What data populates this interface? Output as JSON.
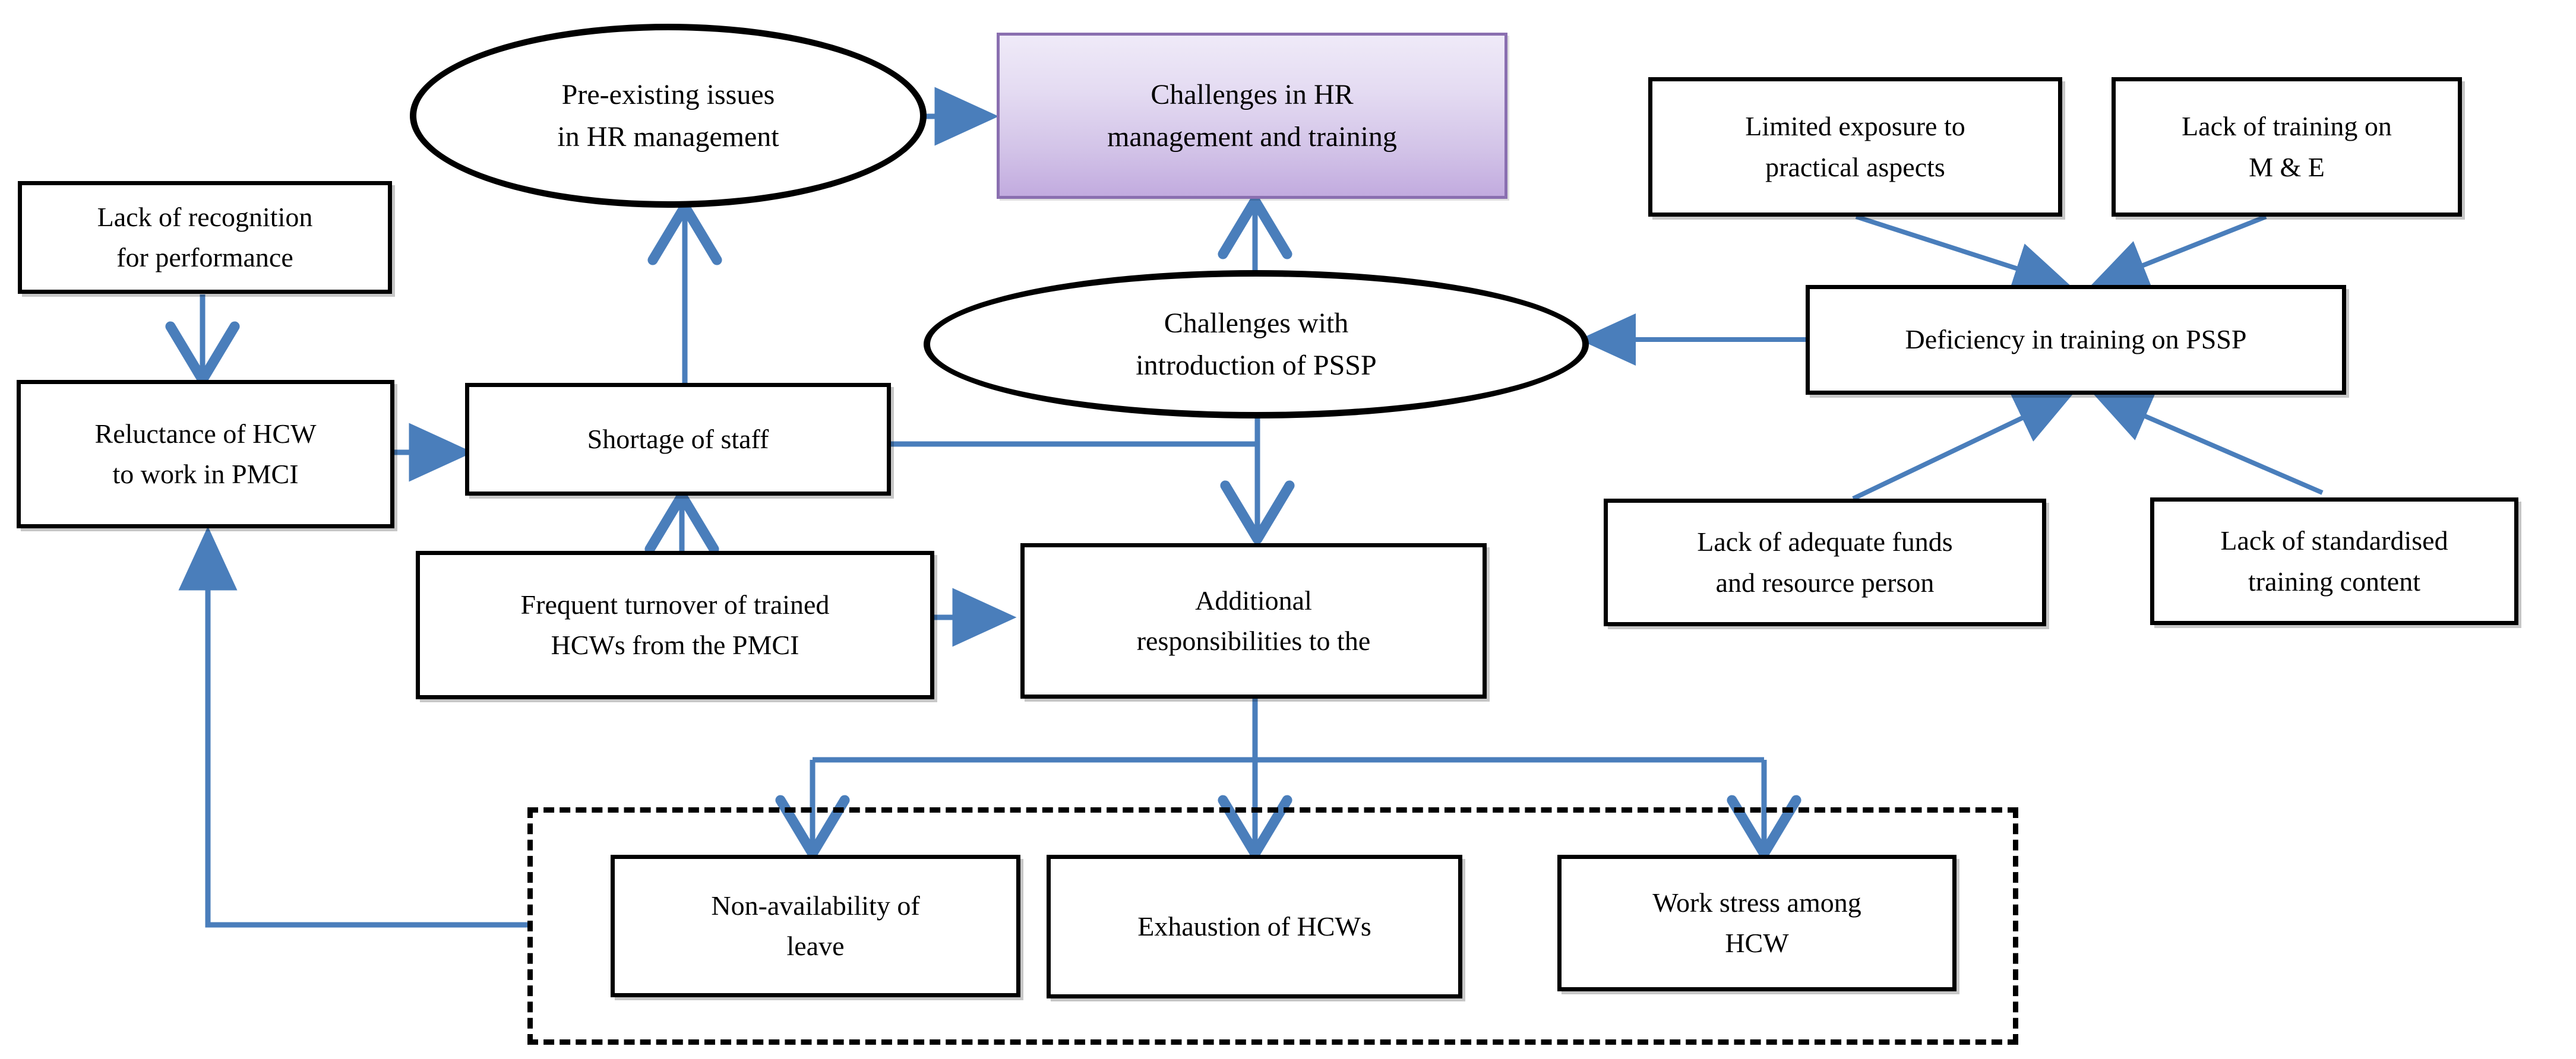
{
  "diagram": {
    "title": "Challenges in HR management and training flowchart",
    "accent_arrow_color": "#4a7ebb",
    "node_border_color": "#000000",
    "highlight_box_fill_top": "#efeaf8",
    "highlight_box_fill_bottom": "#c2abdf",
    "highlight_box_border": "#8a6fb0",
    "group_border_style": "dashed"
  },
  "nodes": {
    "pre_existing_issues": "Pre-existing issues\nin HR management",
    "challenges_hr": "Challenges in HR\nmanagement and training",
    "lack_recognition": "Lack of recognition\nfor performance",
    "reluctance_hcw": "Reluctance of HCW\nto work in PMCI",
    "shortage_staff": "Shortage of staff",
    "frequent_turnover": "Frequent turnover of trained\nHCWs from the PMCI",
    "additional_responsibilities": "Additional\nresponsibilities to the",
    "challenges_pssp": "Challenges with\nintroduction of PSSP",
    "limited_exposure": "Limited exposure to\npractical aspects",
    "lack_training_me": "Lack of training on\nM & E",
    "deficiency_training": "Deficiency in training on PSSP",
    "lack_funds": "Lack of adequate funds\nand resource person",
    "lack_standardised": "Lack of standardised\ntraining content",
    "non_availability_leave": "Non-availability of\nleave",
    "exhaustion_hcws": "Exhaustion of HCWs",
    "work_stress": "Work stress among\nHCW"
  }
}
